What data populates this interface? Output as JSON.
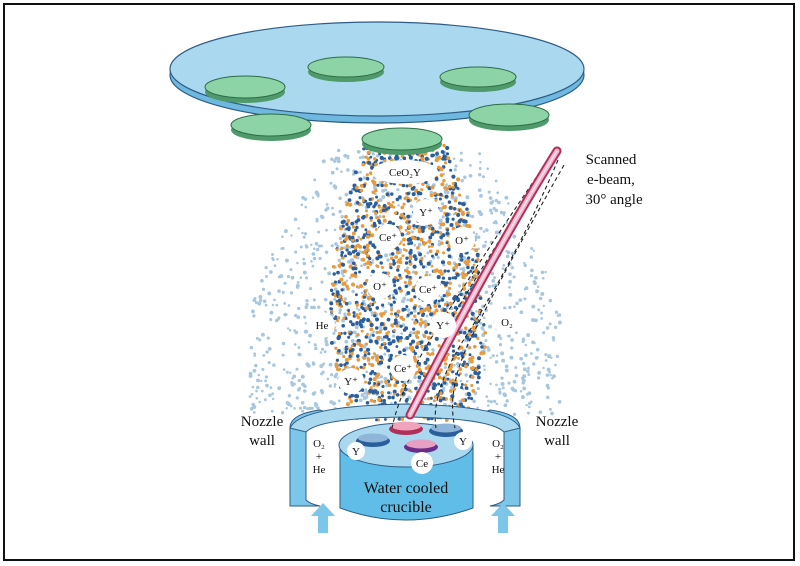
{
  "beam_label": [
    "Scanned",
    "e-beam,",
    "30° angle"
  ],
  "nozzle_left": [
    "Nozzle",
    "wall"
  ],
  "nozzle_right": [
    "Nozzle",
    "wall"
  ],
  "crucible_label": [
    "Water cooled",
    "crucible"
  ],
  "species": {
    "ceo2y": "CeO₂Y",
    "y_plus_1": "Y⁺",
    "ce_plus_1": "Ce⁺",
    "o_plus_1": "O⁺",
    "o_plus_2": "O⁺",
    "ce_plus_2": "Ce⁺",
    "y_plus_2": "Y⁺",
    "ce_plus_3": "Ce⁺",
    "y_plus_3": "Y⁺",
    "he": "He",
    "o2": "O₂"
  },
  "gas_left": [
    "O₂",
    "+",
    "He"
  ],
  "gas_right": [
    "O₂",
    "+",
    "He"
  ],
  "sources": {
    "y_left": "Y",
    "y_right": "Y",
    "ce": "Ce"
  },
  "colors": {
    "plate": "#a9d8ef",
    "substrate": "#8cd3a6",
    "crucible": "#5fbde8",
    "beam": "#e76a9a",
    "blue_dot": "#2a5e9c",
    "orange_dot": "#e89a3d",
    "gas_dot": "#a8c7de",
    "arrow": "#7cc6ea"
  }
}
